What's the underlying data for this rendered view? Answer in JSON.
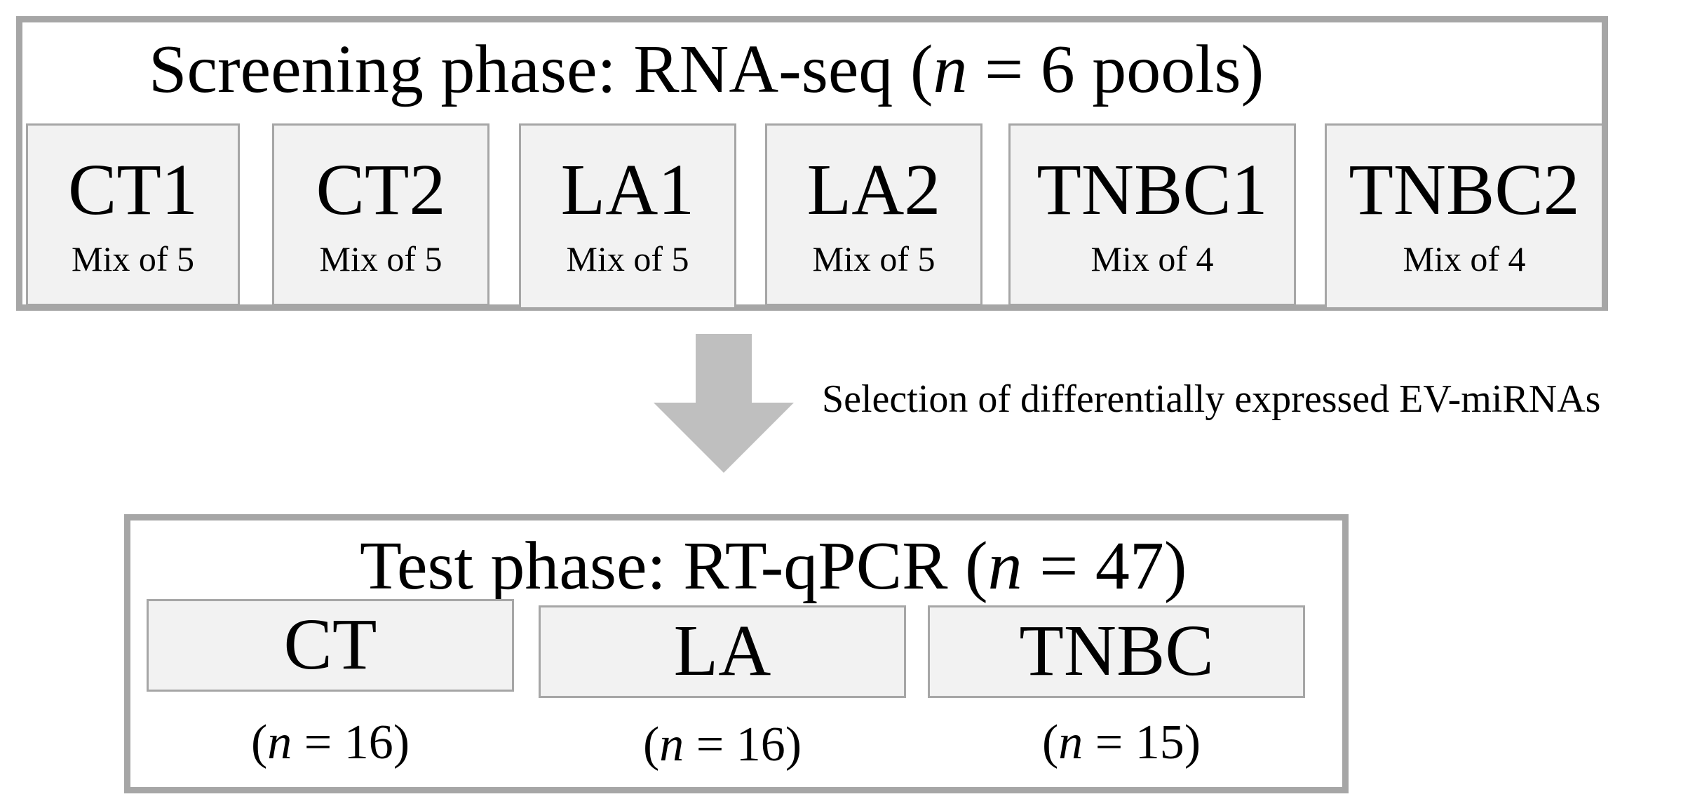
{
  "screening": {
    "title_prefix": "Screening phase: RNA-seq (",
    "title_var": "n",
    "title_suffix": " = 6 pools)",
    "pools": [
      {
        "name": "CT1",
        "mix": "Mix of 5"
      },
      {
        "name": "CT2",
        "mix": "Mix of 5"
      },
      {
        "name": "LA1",
        "mix": "Mix of 5"
      },
      {
        "name": "LA2",
        "mix": "Mix of 5"
      },
      {
        "name": "TNBC1",
        "mix": "Mix of 4"
      },
      {
        "name": "TNBC2",
        "mix": "Mix of 4"
      }
    ]
  },
  "transition": {
    "label": "Selection of differentially expressed EV-miRNAs",
    "arrow_color": "#bfbfbf"
  },
  "test": {
    "title_prefix": "Test phase: RT-qPCR (",
    "title_var": "n",
    "title_suffix": " = 47)",
    "groups": [
      {
        "name": "CT",
        "count_open": "(",
        "count_var": "n",
        "count_rest": " = 16)"
      },
      {
        "name": "LA",
        "count_open": "(",
        "count_var": "n",
        "count_rest": " = 16)"
      },
      {
        "name": "TNBC",
        "count_open": "(",
        "count_var": "n",
        "count_rest": " = 15)"
      }
    ]
  },
  "colors": {
    "border": "#a6a6a6",
    "box_fill": "#f2f2f2",
    "background": "#ffffff"
  }
}
